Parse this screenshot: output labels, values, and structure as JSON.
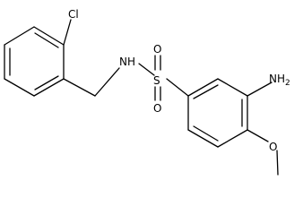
{
  "molecule": {
    "atoms": {
      "chlorine": "Cl",
      "nitrogen_sulfonamide": "N",
      "hydrogen_sulfonamide": "H",
      "sulfur": "S",
      "oxygen_top": "O",
      "oxygen_bottom": "O",
      "amino": "NH",
      "amino_subscript": "2",
      "methoxy_oxygen": "O"
    },
    "colors": {
      "bond": "#000000",
      "text": "#000000",
      "background": "#ffffff"
    }
  }
}
